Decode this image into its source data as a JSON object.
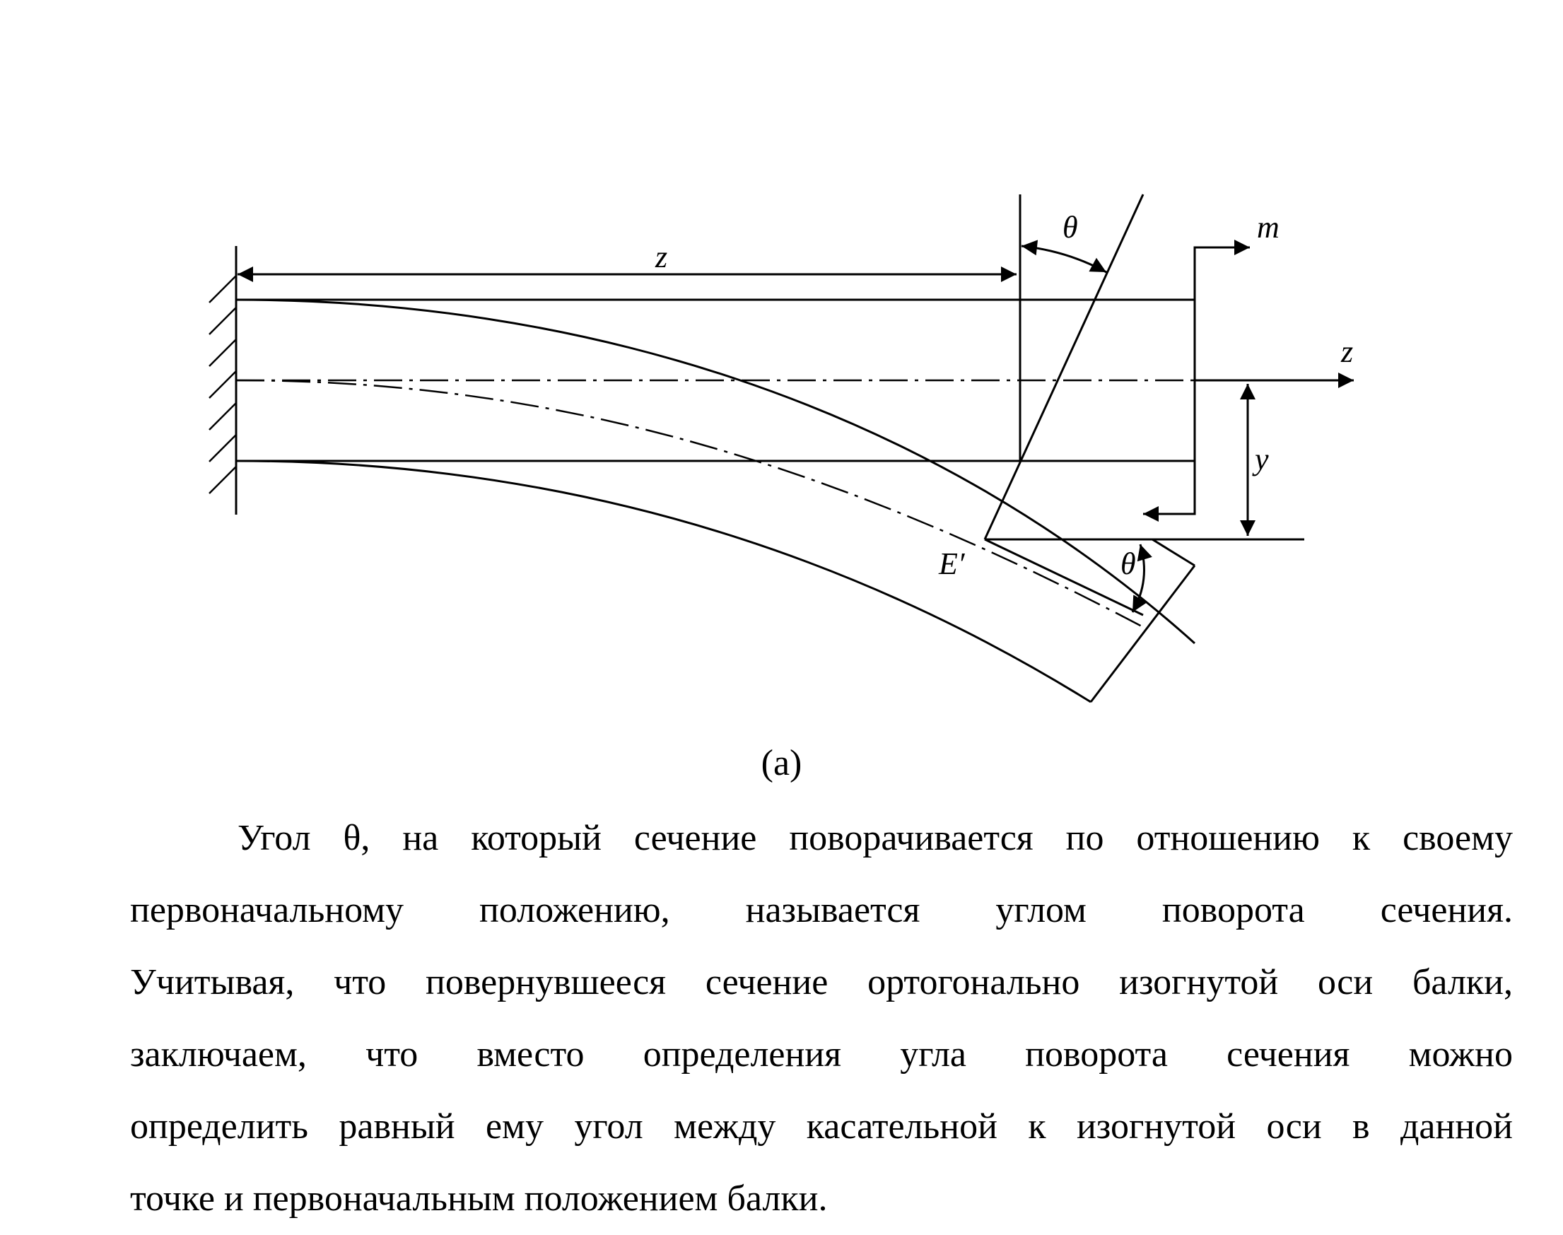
{
  "figure": {
    "labels": {
      "z_top": "z",
      "theta_top": "θ",
      "m": "m",
      "z_axis": "z",
      "y": "y",
      "e_prime": "E′",
      "theta_bottom": "θ"
    }
  },
  "caption": "(a)",
  "paragraph": {
    "line1": "Угол θ, на который сечение поворачивается по отношению к своему",
    "line2": "первоначальному положению, называется углом поворота сечения.",
    "line3": "Учитывая, что повернувшееся сечение ортогонально изогнутой оси балки,",
    "line4": "заключаем, что вместо определения угла поворота сечения можно",
    "line5": "определить равный ему угол между касательной к изогнутой оси в данной",
    "line6": "точке и первоначальным положением балки."
  }
}
